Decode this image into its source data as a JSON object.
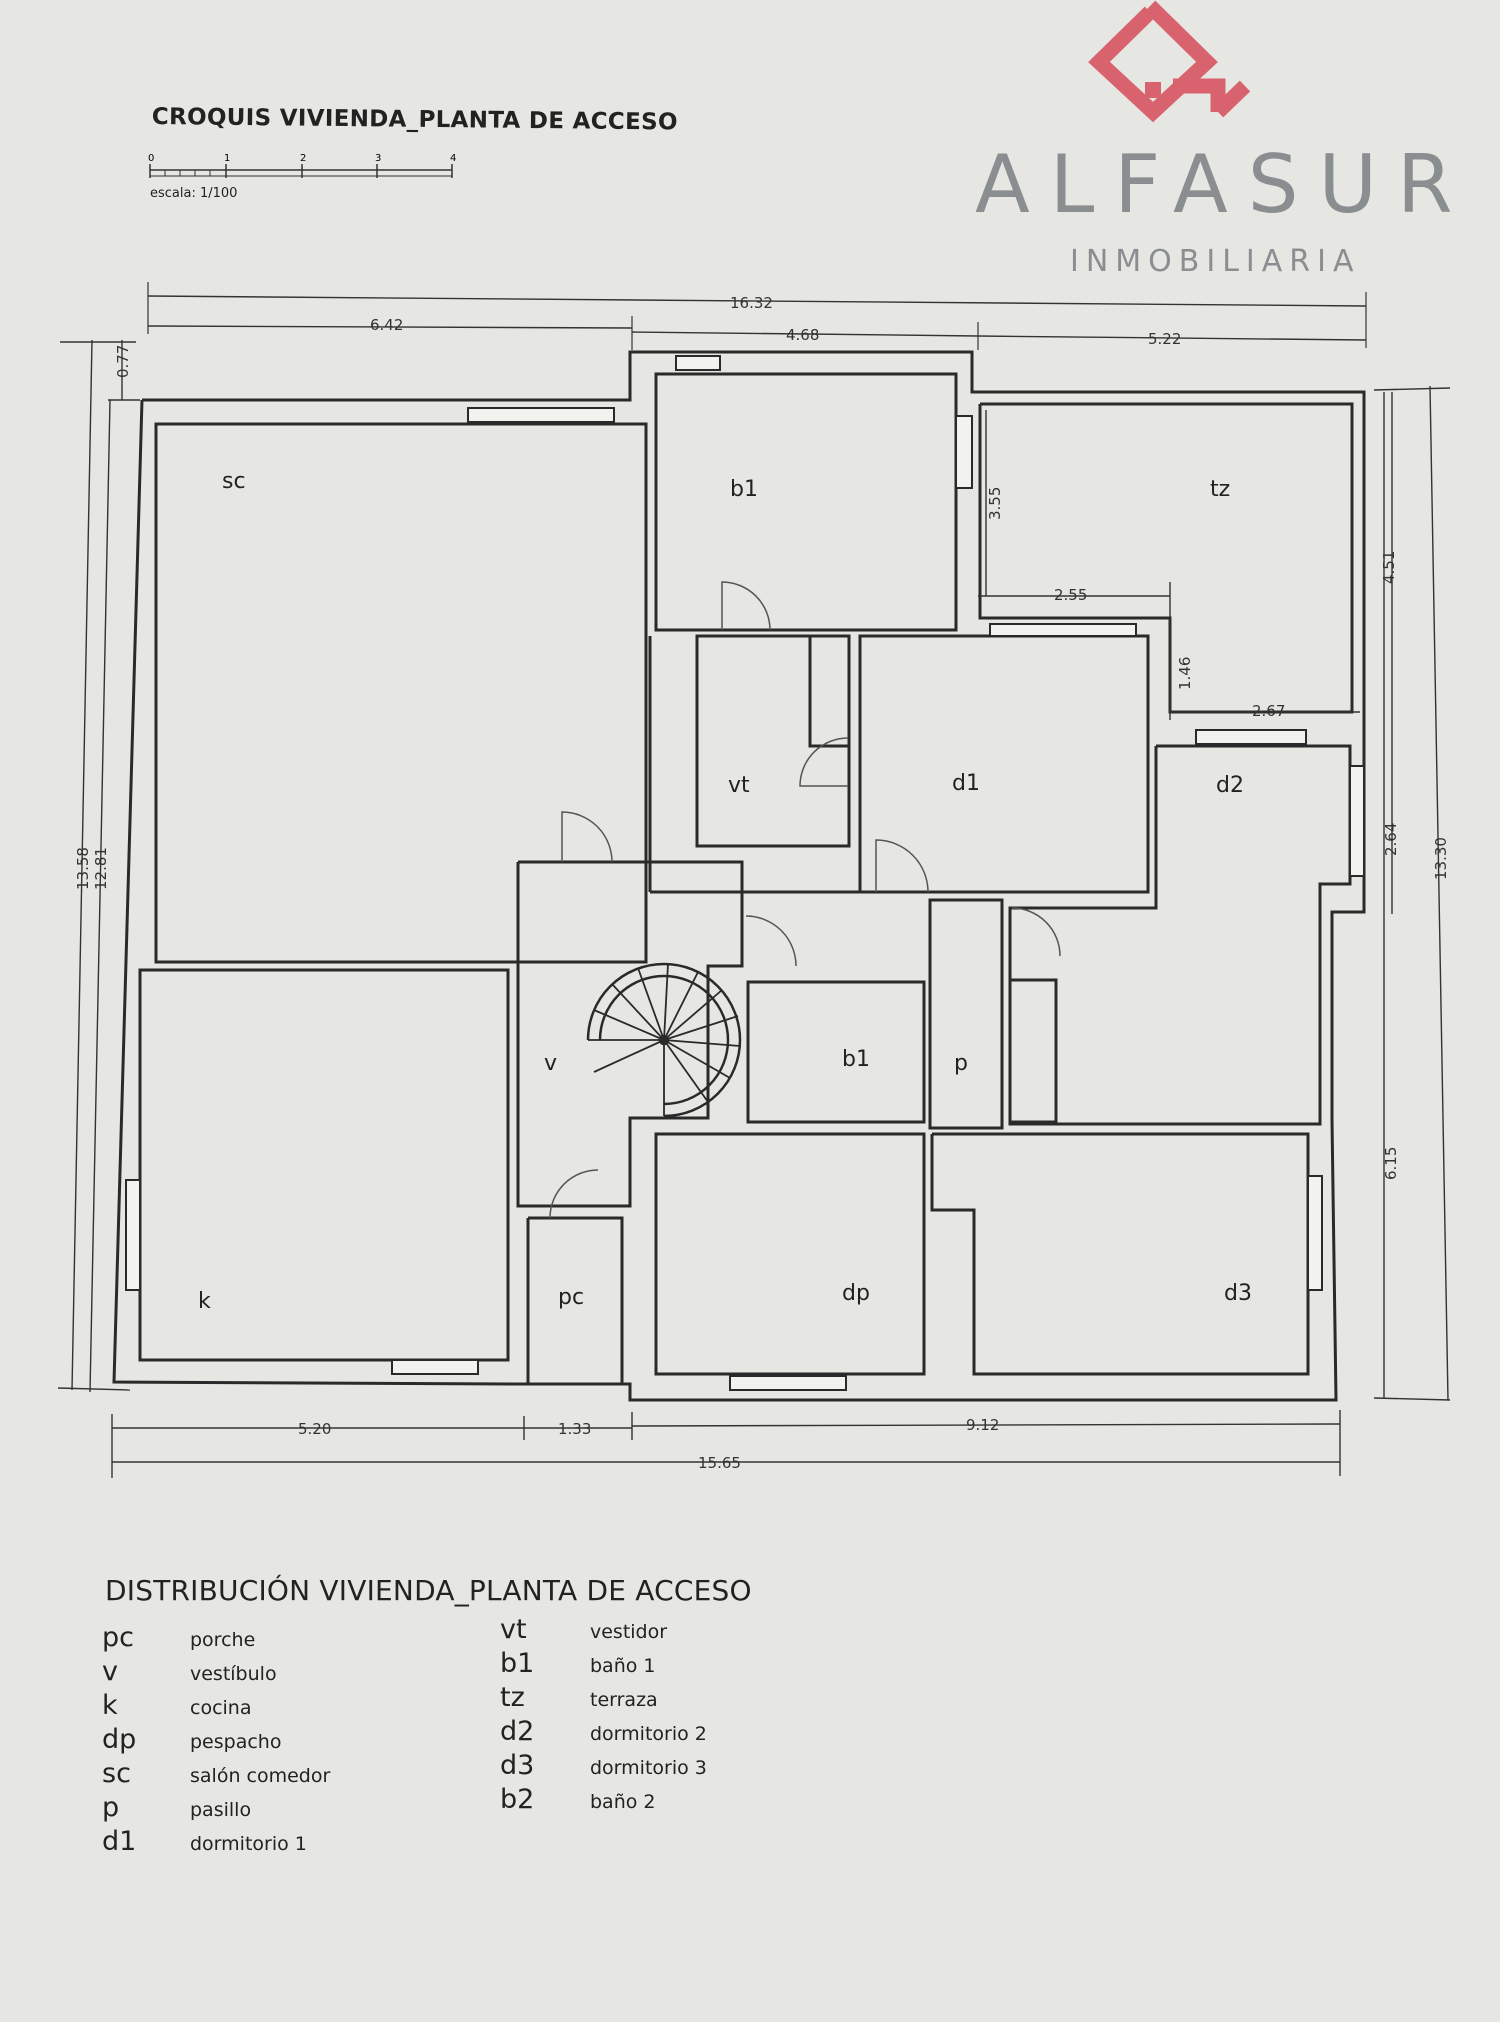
{
  "plan_title": "CROQUIS VIVIENDA_PLANTA DE ACCESO",
  "scale": {
    "ticks": [
      "0",
      "1",
      "2",
      "3",
      "4"
    ],
    "label": "escala: 1/100"
  },
  "brand": {
    "name": "ALFASUR",
    "subtitle": "INMOBILIARIA",
    "color": "#d8636f",
    "text_color": "#8b8e90"
  },
  "room_labels": {
    "sc": "sc",
    "b1_top": "b1",
    "tz": "tz",
    "vt": "vt",
    "d1": "d1",
    "d2": "d2",
    "v": "v",
    "b1_mid": "b1",
    "p": "p",
    "k": "k",
    "pc": "pc",
    "dp": "dp",
    "d3": "d3"
  },
  "dimensions": {
    "total_top": "16.32",
    "top_a": "6.42",
    "top_b": "4.68",
    "top_c": "5.22",
    "left_small": "0.77",
    "left_outer": "13.58",
    "left_inner": "12.81",
    "b1_height": "3.55",
    "tz_width": "2.55",
    "right_a": "4.51",
    "tz_step": "1.46",
    "tz_width2": "2.67",
    "right_b": "2.64",
    "right_total": "13.30",
    "right_c": "6.15",
    "bottom_a": "5.20",
    "bottom_b": "1.33",
    "bottom_c": "9.12",
    "bottom_total": "15.65"
  },
  "distribution": {
    "title": "DISTRIBUCIÓN VIVIENDA_PLANTA DE ACCESO",
    "col1": [
      {
        "code": "pc",
        "name": "porche"
      },
      {
        "code": "v",
        "name": "vestíbulo"
      },
      {
        "code": "k",
        "name": "cocina"
      },
      {
        "code": "dp",
        "name": "pespacho"
      },
      {
        "code": "sc",
        "name": "salón comedor"
      },
      {
        "code": "p",
        "name": "pasillo"
      },
      {
        "code": "d1",
        "name": "dormitorio 1"
      }
    ],
    "col2": [
      {
        "code": "vt",
        "name": "vestidor"
      },
      {
        "code": "b1",
        "name": "baño 1"
      },
      {
        "code": "tz",
        "name": "terraza"
      },
      {
        "code": "d2",
        "name": "dormitorio 2"
      },
      {
        "code": "d3",
        "name": "dormitorio 3"
      },
      {
        "code": "b2",
        "name": "baño 2"
      }
    ]
  }
}
